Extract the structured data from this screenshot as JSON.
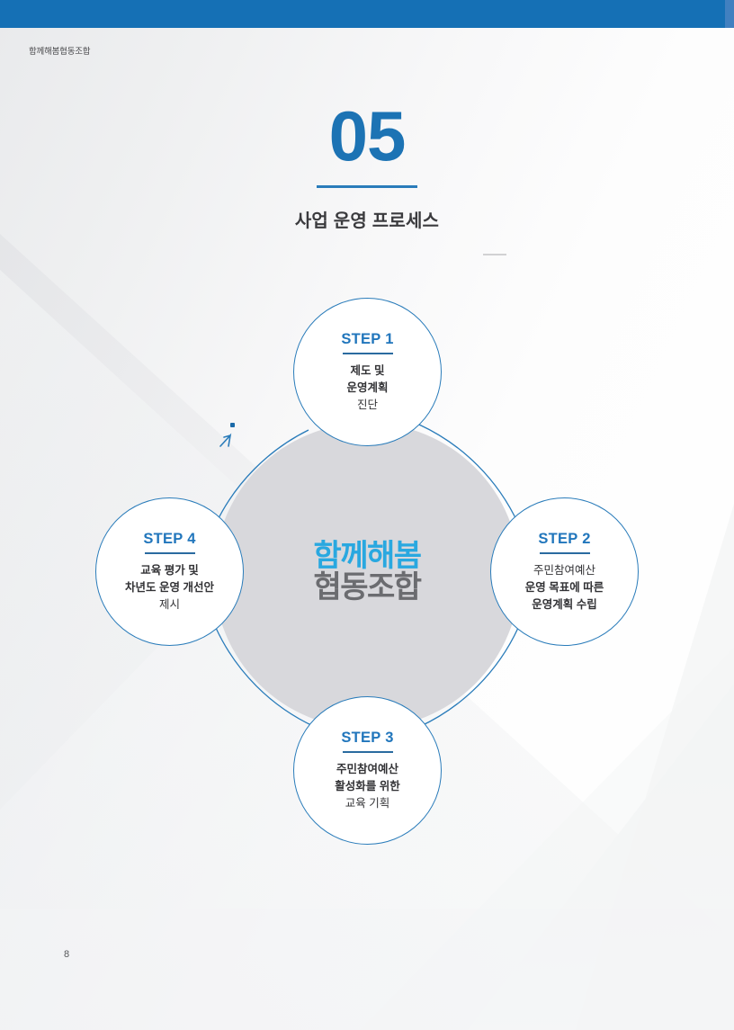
{
  "document": {
    "running_header": "함께해봄협동조합",
    "page_number": "8"
  },
  "colors": {
    "topbar": "#1570b5",
    "topbar_accent": "#4180c0",
    "primary_blue": "#1c73b4",
    "step_blue": "#2176bc",
    "outline_blue": "#2a7cba",
    "logo_cyan": "#29a8e0",
    "logo_gray": "#6b6c70",
    "center_disc": "#d8d8dc",
    "body_text": "#333336"
  },
  "title": {
    "number": "05",
    "subtitle": "사업 운영 프로세스"
  },
  "logo": {
    "line1": "함께해봄",
    "line2": "협동조합"
  },
  "diagram": {
    "type": "cycle",
    "steps": [
      {
        "id": "step-1",
        "label": "STEP 1",
        "position": "top",
        "lines": [
          {
            "text": "제도 및",
            "bold": true
          },
          {
            "text": "운영계획",
            "bold": true
          },
          {
            "text": "진단",
            "bold": false
          }
        ]
      },
      {
        "id": "step-2",
        "label": "STEP 2",
        "position": "right",
        "lines": [
          {
            "text": "주민참여예산",
            "bold": false
          },
          {
            "text": "운영 목표에 따른",
            "bold": true
          },
          {
            "text": "운영계획 수립",
            "bold": true
          }
        ]
      },
      {
        "id": "step-3",
        "label": "STEP 3",
        "position": "bottom",
        "lines": [
          {
            "text": "주민참여예산",
            "bold": true
          },
          {
            "text": "활성화를 위한",
            "bold": true
          },
          {
            "text": "교육 기획",
            "bold": false
          }
        ]
      },
      {
        "id": "step-4",
        "label": "STEP 4",
        "position": "left",
        "lines": [
          {
            "text": "교육 평가 및",
            "bold": true
          },
          {
            "text": "차년도 운영 개선안",
            "bold": true
          },
          {
            "text": "제시",
            "bold": false
          }
        ]
      }
    ],
    "flow_direction": "clockwise",
    "arrow_between": "step-4 → step-1"
  }
}
